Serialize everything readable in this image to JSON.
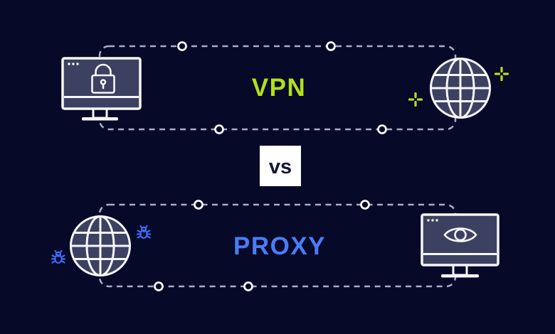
{
  "colors": {
    "background": "#070929",
    "panel_fill": "#3c4161",
    "outline_white": "#f6f7fb",
    "dash_gray": "#a9adc4",
    "vpn_green": "#b2e01a",
    "proxy_blue": "#4a7cf5",
    "bug_blue": "#3e6af0",
    "vs_box_bg": "#ffffff",
    "vs_text_color": "#14163a"
  },
  "vpn_section": {
    "label": "VPN",
    "icons": [
      "monitor-lock-icon",
      "globe-icon",
      "sparkle-icon",
      "sparkle-icon"
    ],
    "node_count": 4
  },
  "divider": {
    "label": "vs"
  },
  "proxy_section": {
    "label": "PROXY",
    "icons": [
      "globe-icon",
      "bug-icon",
      "bug-icon",
      "monitor-eye-icon"
    ],
    "node_count": 4
  }
}
